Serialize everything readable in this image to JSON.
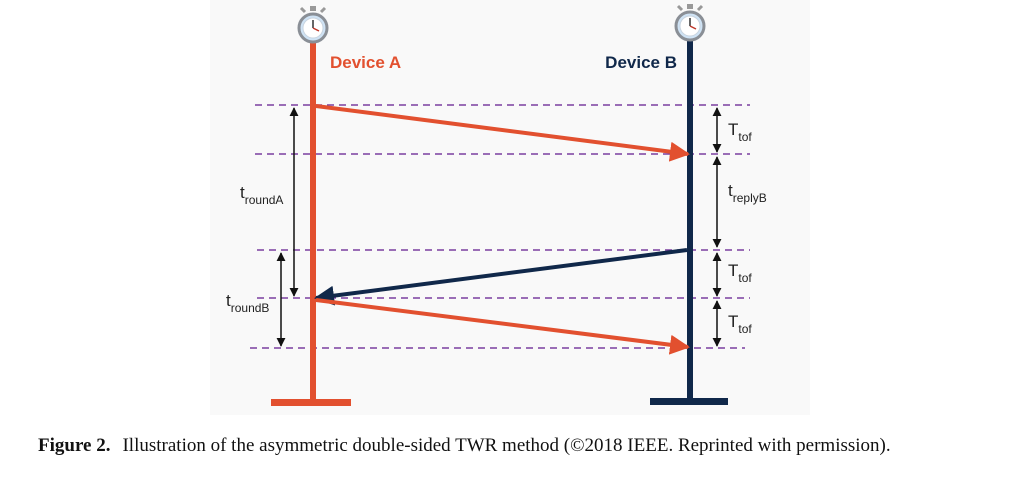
{
  "colors": {
    "device_a": "#e2502f",
    "device_b": "#10284a",
    "dashed": "#7b3fa0",
    "annotation": "#111111"
  },
  "icons": {
    "clock": "stopwatch-icon"
  },
  "devices": {
    "a": {
      "label": "Device A"
    },
    "b": {
      "label": "Device B"
    }
  },
  "labels": {
    "t_tof_1": {
      "main": "T",
      "sub": "tof"
    },
    "t_replyB": {
      "main": "t",
      "sub": "replyB"
    },
    "t_tof_2": {
      "main": "T",
      "sub": "tof"
    },
    "t_tof_3": {
      "main": "T",
      "sub": "tof"
    },
    "t_roundA": {
      "main": "t",
      "sub": "roundA"
    },
    "t_roundB": {
      "main": "t",
      "sub": "roundB"
    }
  },
  "caption": {
    "label": "Figure 2.",
    "text": "Illustration of the asymmetric double-sided TWR method (©2018 IEEE. Reprinted with permission)."
  }
}
